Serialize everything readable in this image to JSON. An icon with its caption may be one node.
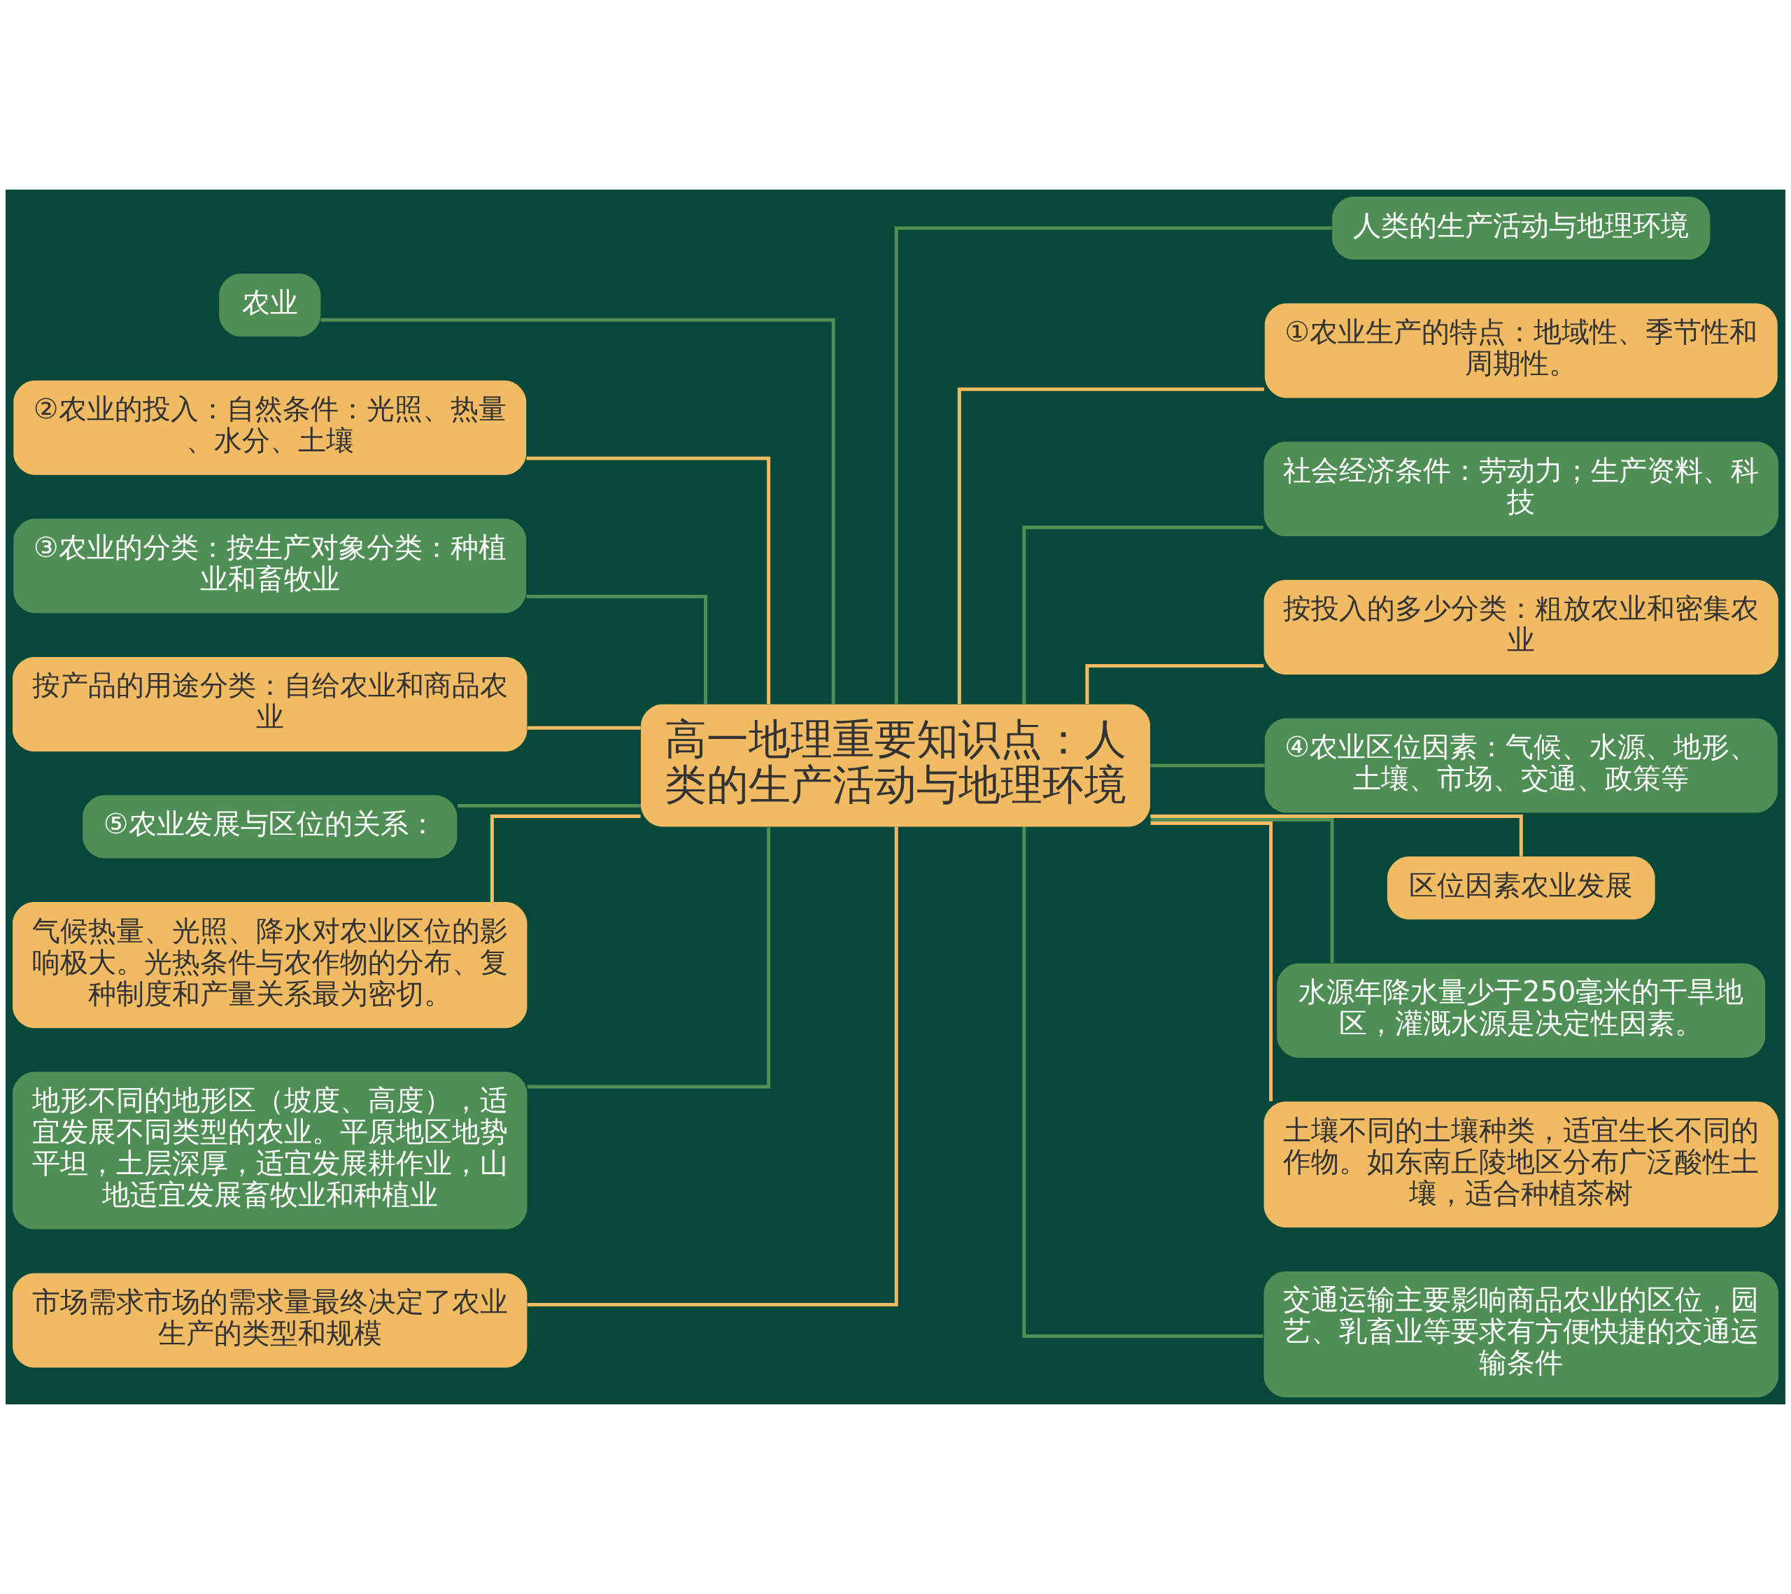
{
  "diagram": {
    "nodes": [
      {
        "text": [
          "高一地理重要知识点：人类的生产活动与地理环境"
        ]
      },
      {
        "text": [
          "农业"
        ]
      },
      {
        "text": [
          "②农业的投入：自然条件：光照、热量、水分、土壤"
        ]
      },
      {
        "text": [
          "③农业的分类：按生产对象分类：种植业和畜牧业"
        ]
      },
      {
        "text": [
          "按产品的用途分类：自给农业和商品农业"
        ]
      },
      {
        "text": [
          "⑤农业发展与区位的关系："
        ]
      },
      {
        "text": [
          "气候热量、光照、降水对农业区位的影响极大。光热条件与农作物的分布、复种制度和产量关系最为密切。"
        ]
      },
      {
        "text": [
          "地形不同的地形区（坡度、高度），适宜发展不同类型的农业。平原地区地势平坦，土层深厚，适宜发展耕作业，山地适宜发展畜牧业和种植业"
        ]
      },
      {
        "text": [
          "市场需求市场的需求量最终决定了农业生产的类型和规模"
        ]
      },
      {
        "text": [
          "人类的生产活动与地理环境"
        ]
      },
      {
        "text": [
          "①农业生产的特点：地域性、季节性和周期性。"
        ]
      },
      {
        "text": [
          "社会经济条件：劳动力；生产资料、科技"
        ]
      },
      {
        "text": [
          "按投入的多少分类：粗放农业和密集农业"
        ]
      },
      {
        "text": [
          "④农业区位因素：气候、水源、地形、土壤、市场、交通、政策等"
        ]
      },
      {
        "text": [
          "区位因素农业发展"
        ]
      },
      {
        "text": [
          "水源年降水量少于250毫米的干旱地区，灌溉水源是决定性因素。"
        ]
      },
      {
        "text": [
          "土壤不同的土壤种类，适宜生长不同的作物。如东南丘陵地区分布广泛酸性土壤，适合种植茶树"
        ]
      },
      {
        "text": [
          "交通运输主要影响商品农业的区位，园艺、乳畜业等要求有方便快捷的交通运输条件"
        ]
      }
    ],
    "edges": [
      {
        "from": 0,
        "to": 1,
        "arrow": "none",
        "color": "#4f8f55"
      },
      {
        "from": 0,
        "to": 2,
        "arrow": "none",
        "color": "#f0bb62"
      },
      {
        "from": 0,
        "to": 3,
        "arrow": "none",
        "color": "#4f8f55"
      },
      {
        "from": 0,
        "to": 4,
        "arrow": "none",
        "color": "#f0bb62"
      },
      {
        "from": 0,
        "to": 5,
        "arrow": "none",
        "color": "#4f8f55"
      },
      {
        "from": 0,
        "to": 6,
        "arrow": "none",
        "color": "#f0bb62"
      },
      {
        "from": 0,
        "to": 7,
        "arrow": "none",
        "color": "#4f8f55"
      },
      {
        "from": 0,
        "to": 8,
        "arrow": "none",
        "color": "#f0bb62"
      },
      {
        "from": 0,
        "to": 9,
        "arrow": "none",
        "color": "#4f8f55"
      },
      {
        "from": 0,
        "to": 10,
        "arrow": "none",
        "color": "#f0bb62"
      },
      {
        "from": 0,
        "to": 11,
        "arrow": "none",
        "color": "#4f8f55"
      },
      {
        "from": 0,
        "to": 12,
        "arrow": "none",
        "color": "#f0bb62"
      },
      {
        "from": 0,
        "to": 13,
        "arrow": "none",
        "color": "#4f8f55"
      },
      {
        "from": 0,
        "to": 14,
        "arrow": "none",
        "color": "#f0bb62"
      },
      {
        "from": 0,
        "to": 15,
        "arrow": "none",
        "color": "#4f8f55"
      },
      {
        "from": 0,
        "to": 16,
        "arrow": "none",
        "color": "#f0bb62"
      },
      {
        "from": 0,
        "to": 17,
        "arrow": "none",
        "color": "#4f8f55"
      }
    ]
  }
}
